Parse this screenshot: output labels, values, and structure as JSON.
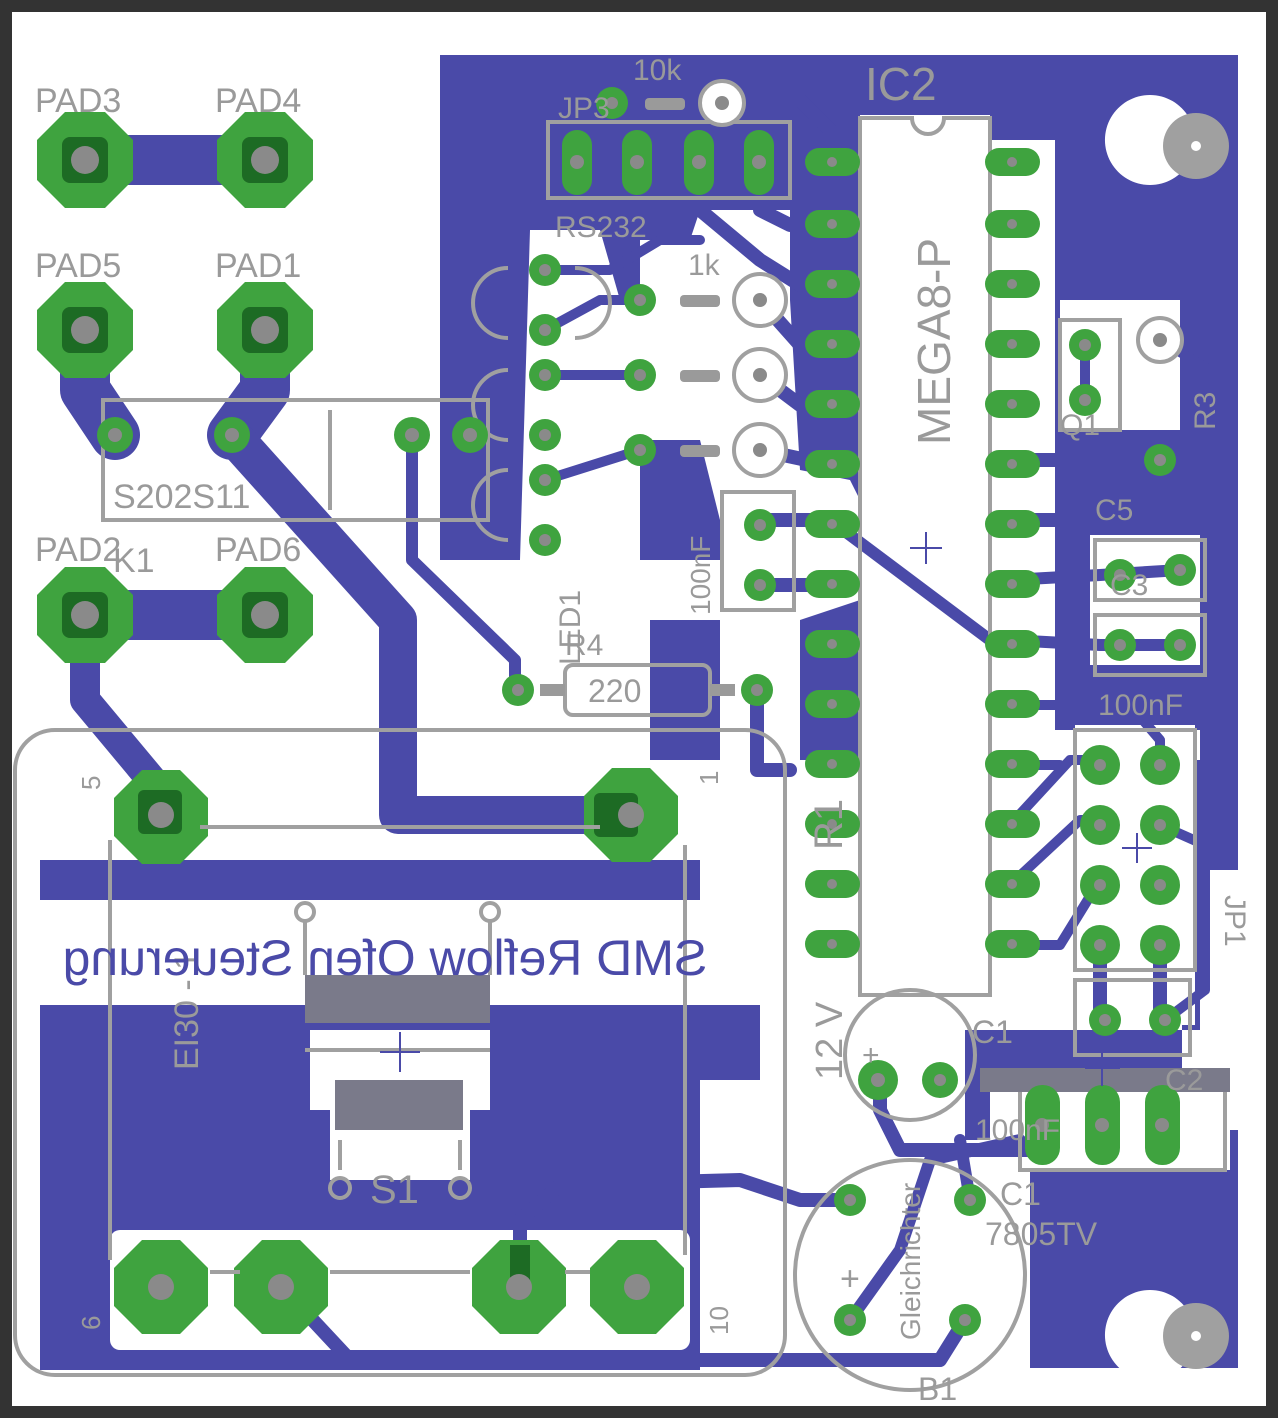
{
  "colors": {
    "copper": "#4a4aa8",
    "pad": "#3fa33f",
    "pad_dark": "#1d6b24",
    "silk": "#a0a0a0",
    "hole": "#8a8a8a",
    "frame": "#333333",
    "background": "#ffffff"
  },
  "labels": {
    "pad3": "PAD3",
    "pad4": "PAD4",
    "pad5": "PAD5",
    "pad1": "PAD1",
    "pad2": "PAD2",
    "pad6": "PAD6",
    "k1": "K1",
    "s202s11": "S202S11",
    "ic2": "IC2",
    "mega": "MEGA8-P",
    "jp3": "JP3",
    "r2_val": "10k",
    "rs232": "RS232",
    "r6_val": "1k",
    "r4": "R4",
    "r4_val": "220",
    "led1": "LED1",
    "c4_val": "100nF",
    "r1": "R1",
    "volt": "12 V",
    "c1": "C1",
    "c2": "C2",
    "c2_val": "100nF",
    "c1b": "C1",
    "reg": "7805TV",
    "bridge": "Gleichrichter",
    "b1": "B1",
    "c3": "C3",
    "c5": "C5",
    "c3_val": "100nF",
    "jp1": "JP1",
    "r3": "R3",
    "q1": "Q1",
    "ei30": "EI30 - 1",
    "s1": "S1",
    "pin5": "5",
    "pin1": "1",
    "pin6": "6",
    "pin10": "10",
    "plus": "+",
    "title": "SMD Reflow Ofen Steuerung"
  }
}
